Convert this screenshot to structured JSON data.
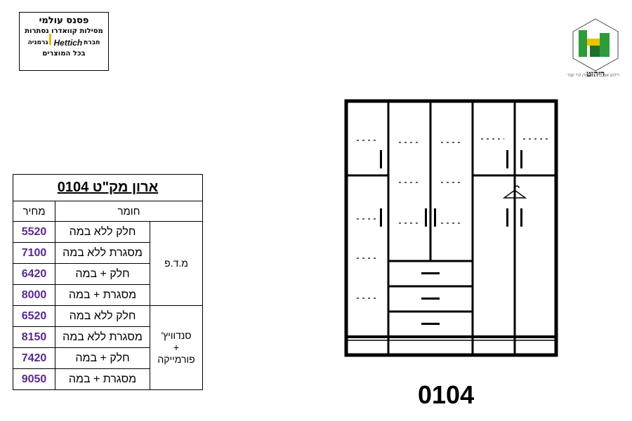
{
  "info_box": {
    "line1": "פסנס עולמי",
    "line2": "מסילות קוואדרו נסתרות",
    "line3_prefix": "חברת",
    "brand": "Hettich",
    "line3_suffix": "גרמניה",
    "line4": "בכל המוצרים"
  },
  "logo": {
    "name": "ריהוט",
    "caption": "ריהוט אמבטיה, ארונות קיר ועוד"
  },
  "table": {
    "title": "ארון מק\"ט 0104",
    "header_material": "חומר",
    "header_price": "מחיר",
    "groups": [
      {
        "material": "מ.ד.פ",
        "rows": [
          {
            "part": "חלק ללא במה",
            "price": "5520"
          },
          {
            "part": "מסגרת ללא במה",
            "price": "7100"
          },
          {
            "part": "חלק + במה",
            "price": "6420"
          },
          {
            "part": "מסגרת + במה",
            "price": "8000"
          }
        ]
      },
      {
        "material_lines": [
          "סנדוויץ'",
          "+",
          "פורמייקה"
        ],
        "rows": [
          {
            "part": "חלק ללא במה",
            "price": "6520"
          },
          {
            "part": "מסגרת ללא במה",
            "price": "8150"
          },
          {
            "part": "חלק + במה",
            "price": "7420"
          },
          {
            "part": "מסגרת + במה",
            "price": "9050"
          }
        ]
      }
    ]
  },
  "model_number": "0104",
  "colors": {
    "price_text": "#5a2a8a",
    "logo_green": "#2e9b3a",
    "logo_yellow": "#e8c400",
    "brand_bar": "#f2b400"
  }
}
